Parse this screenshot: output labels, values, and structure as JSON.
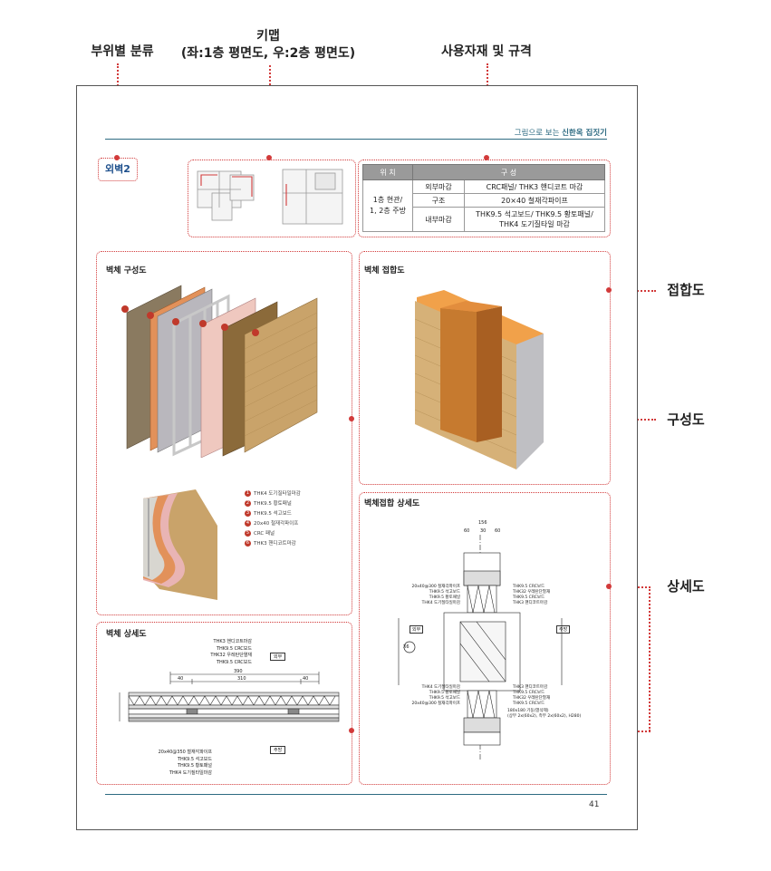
{
  "annotations": {
    "category": "부위별 분류",
    "keymap_line1": "키맵",
    "keymap_line2": "(좌:1층 평면도, 우:2층 평면도)",
    "materials": "사용자재 및 규격",
    "junction": "접합도",
    "composition": "구성도",
    "detail": "상세도"
  },
  "header": {
    "prefix": "그림으로 보는 ",
    "book": "신한옥 집짓기"
  },
  "tag": "외벽2",
  "spec_table": {
    "headers": [
      "위 치",
      "구 성"
    ],
    "location": "1층 현관/\n1, 2층 주방",
    "rows": [
      {
        "part": "외부마감",
        "spec": "CRC패널/ THK3 핸디코트 마감"
      },
      {
        "part": "구조",
        "spec": "20×40 철재각파이프"
      },
      {
        "part": "내부마감",
        "spec": "THK9.5 석고보드/ THK9.5 황토패널/ THK4 도기질타일 마감"
      }
    ]
  },
  "sections": {
    "composition": "벽체 구성도",
    "junction": "벽체 접합도",
    "wall_detail": "벽체 상세도",
    "junction_detail": "벽체접합 상세도"
  },
  "legend": [
    {
      "n": "1",
      "text": "THK4 도기질타일마감"
    },
    {
      "n": "2",
      "text": "THK9.5 황토패널"
    },
    {
      "n": "3",
      "text": "THK9.5 석고보드"
    },
    {
      "n": "4",
      "text": "20x40 철재각파이프"
    },
    {
      "n": "5",
      "text": "CRC 패널"
    },
    {
      "n": "6",
      "text": "THK3 핸디코트마감"
    }
  ],
  "wall_detail": {
    "top_labels": [
      "THK3 핸디코트마감",
      "THK9.5 CRC보드",
      "THK32 우레탄단열재",
      "THK9.5 CRC보드"
    ],
    "bottom_labels": [
      "20x40@350 철재각파이프",
      "THK9.5 석고보드",
      "THK9.5 황토패널",
      "THK4 도기질타일마감"
    ],
    "outside": "외부",
    "inside": "주방",
    "dims": {
      "total": "390",
      "left": "40",
      "mid": "310",
      "right": "40"
    }
  },
  "junction_detail": {
    "dims_top": [
      "156",
      "60",
      "30",
      "60"
    ],
    "labels_top_left": [
      "20x40@300 철재각파이프",
      "THK9.5 석고보드",
      "THK9.5 황토패널",
      "THK4 도기질타일마감"
    ],
    "labels_top_right": [
      "THK9.5 CRC보드",
      "THK32 우레탄단열재",
      "THK9.5 CRC보드",
      "THK3 핸디코트마감"
    ],
    "outside": "외부",
    "inside": "주방",
    "grid": "X6",
    "note1": "180x180 기둥(열삭제)",
    "note2": "(상부 2x(60x2), 측부 2x(60x2), H280)"
  },
  "page_number": "41"
}
